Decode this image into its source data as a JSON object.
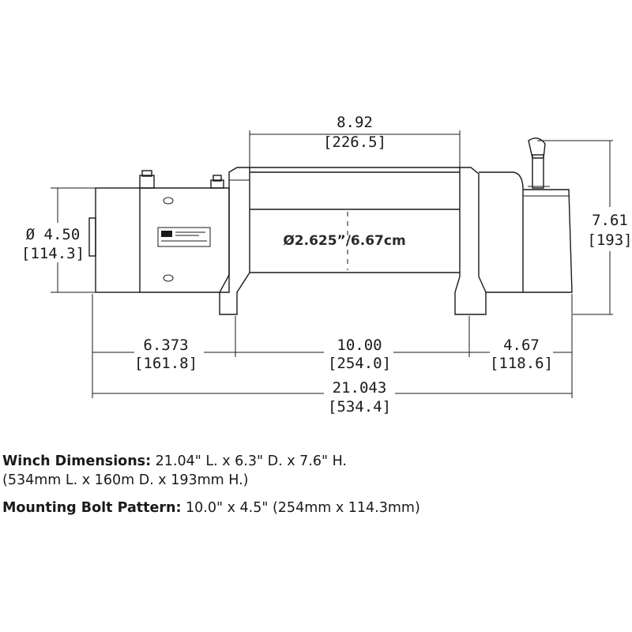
{
  "dimensions": {
    "drum_length_in": "8.92",
    "drum_length_mm": "[226.5]",
    "height_in": "7.61",
    "height_mm": "[193]",
    "motor_dia_in": "Ø 4.50",
    "motor_dia_mm": "[114.3]",
    "drum_dia": "Ø2.625”/6.67cm",
    "left_len_in": "6.373",
    "left_len_mm": "[161.8]",
    "mid_len_in": "10.00",
    "mid_len_mm": "[254.0]",
    "right_len_in": "4.67",
    "right_len_mm": "[118.6]",
    "total_len_in": "21.043",
    "total_len_mm": "[534.4]"
  },
  "specs": {
    "winch_label": "Winch Dimensions:",
    "winch_value": " 21.04\" L. x 6.3\" D. x 7.6\" H.",
    "winch_metric": "(534mm L. x 160m D. x 193mm H.)",
    "bolt_label": "Mounting Bolt Pattern:",
    "bolt_value": " 10.0\" x 4.5\" (254mm x 114.3mm)"
  }
}
